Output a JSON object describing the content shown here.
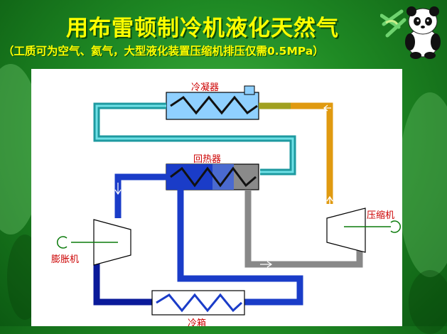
{
  "slide": {
    "title": "用布雷顿制冷机液化天然气",
    "subtitle": "（工质可为空气、氦气，大型液化装置压缩机排压仅需0.5MPa）"
  },
  "diagram": {
    "condenser_label": "冷凝器",
    "regenerator_label": "回热器",
    "compressor_label": "压缩机",
    "expander_label": "膨胀机",
    "cooler_label": "冷箱"
  },
  "colors": {
    "background_green": "#1f8a24",
    "title_yellow": "#ffff00",
    "label_red": "#cc0000",
    "teal_pipe": "#1e9aa0",
    "orange_pipe": "#e09a10",
    "olive_pipe": "#a0a020",
    "gray_pipe": "#888888",
    "blue_pipe": "#1a3cc8",
    "dark_blue_pipe": "#0a1a9a",
    "condenser_fill": "#8fd0ff"
  },
  "icons": [
    "panda-bamboo-icon",
    "rotation-arrow-icon",
    "flow-arrow-icon"
  ]
}
